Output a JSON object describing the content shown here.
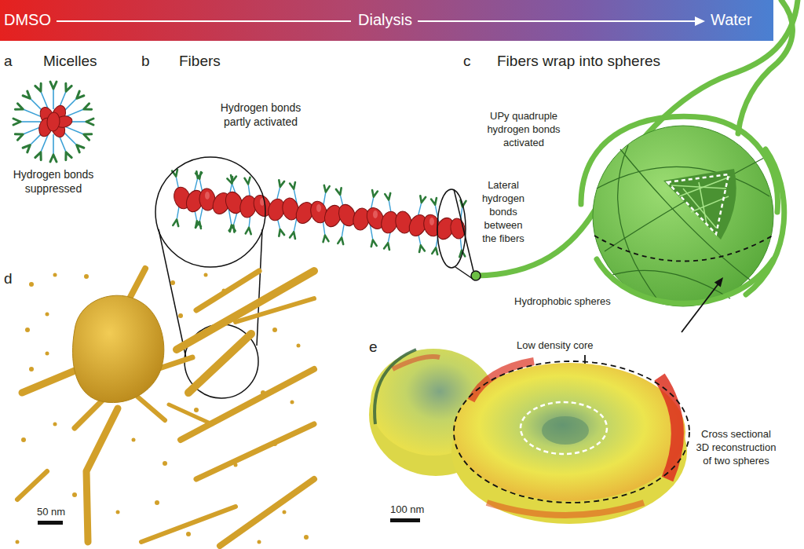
{
  "diagram": {
    "nodes": [
      {
        "text": [
          "DMSO",
          "Dialysis",
          "Water"
        ]
      }
    ],
    "labels": [
      "a",
      "Micelles",
      "Hydrogen bonds suppressed",
      "b",
      "Fibers",
      "Hydrogen bonds partly activated",
      "c",
      "Fibers wrap into spheres",
      "UPy quadruple hydrogen bonds activated",
      "Lateral hydrogen bonds between the fibers",
      "Hydrophobic spheres",
      "Low density core",
      "d",
      "50 nm",
      "e",
      "100 nm",
      "Cross sectional 3D reconstruction of two spheres"
    ]
  }
}
